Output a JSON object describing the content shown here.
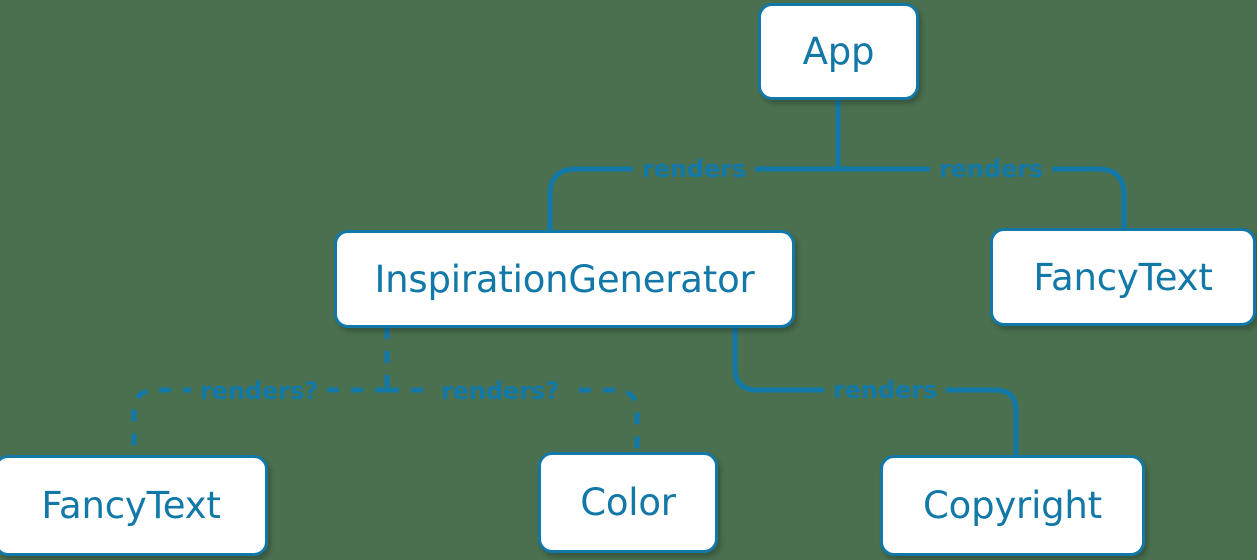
{
  "diagram": {
    "type": "component-tree",
    "background_color": "#4a7050",
    "accent_color": "#1278a8",
    "node_fill_color": "#ffffff",
    "nodes": [
      {
        "id": "app",
        "label": "App"
      },
      {
        "id": "inspiration-generator",
        "label": "InspirationGenerator"
      },
      {
        "id": "fancytext-right",
        "label": "FancyText"
      },
      {
        "id": "fancytext-left",
        "label": "FancyText"
      },
      {
        "id": "color",
        "label": "Color"
      },
      {
        "id": "copyright",
        "label": "Copyright"
      }
    ],
    "edges": [
      {
        "id": "app-to-inspiration",
        "from": "app",
        "to": "inspiration-generator",
        "label": "renders",
        "style": "solid"
      },
      {
        "id": "app-to-fancytext-right",
        "from": "app",
        "to": "fancytext-right",
        "label": "renders",
        "style": "solid"
      },
      {
        "id": "inspiration-to-fancytext-left",
        "from": "inspiration-generator",
        "to": "fancytext-left",
        "label": "renders?",
        "style": "dashed"
      },
      {
        "id": "inspiration-to-color",
        "from": "inspiration-generator",
        "to": "color",
        "label": "renders?",
        "style": "dashed"
      },
      {
        "id": "inspiration-to-copyright",
        "from": "inspiration-generator",
        "to": "copyright",
        "label": "renders",
        "style": "solid"
      }
    ]
  }
}
